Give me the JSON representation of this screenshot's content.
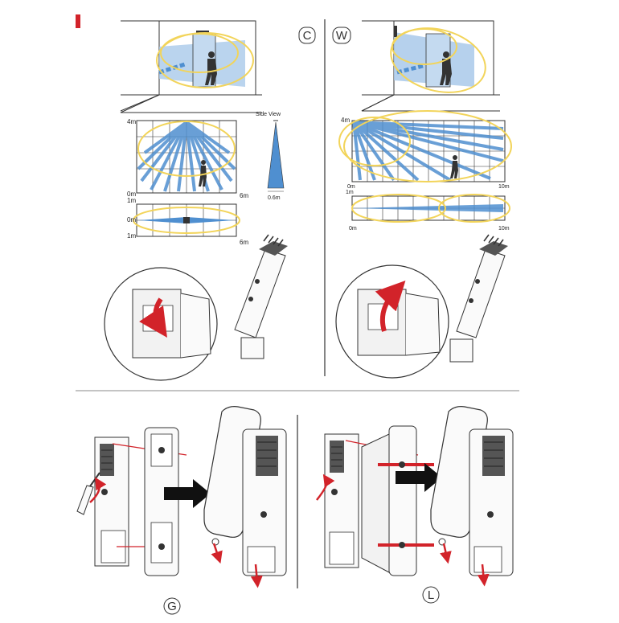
{
  "colors": {
    "accent_red": "#d2232a",
    "highlight_yellow": "#f2d45a",
    "beam_blue": "#4f8fd0",
    "beam_light": "#a9c9ea",
    "line_dark": "#333333"
  },
  "top_left": {
    "mode_label": "C",
    "side_view_title": "Side View",
    "main_view": {
      "y_top": "4m",
      "y_bottom": "0m",
      "x_end": "6m"
    },
    "side_width": "0.6m",
    "narrow_view": {
      "y_top": "1m",
      "y_mid": "0m",
      "y_bottom": "1m",
      "x_end": "6m"
    }
  },
  "top_right": {
    "mode_label": "W",
    "main_view": {
      "y_top": "4m",
      "x_start": "0m",
      "x_end": "10m"
    },
    "narrow_view": {
      "y_top": "1m",
      "x_start": "0m",
      "x_end": "10m"
    }
  },
  "bottom": {
    "left_label": "G",
    "right_label": "L"
  },
  "icons": [
    "accent-marker",
    "push-arrow-icon",
    "rotate-arrow-icon",
    "screwdriver-icon",
    "person-icon"
  ]
}
